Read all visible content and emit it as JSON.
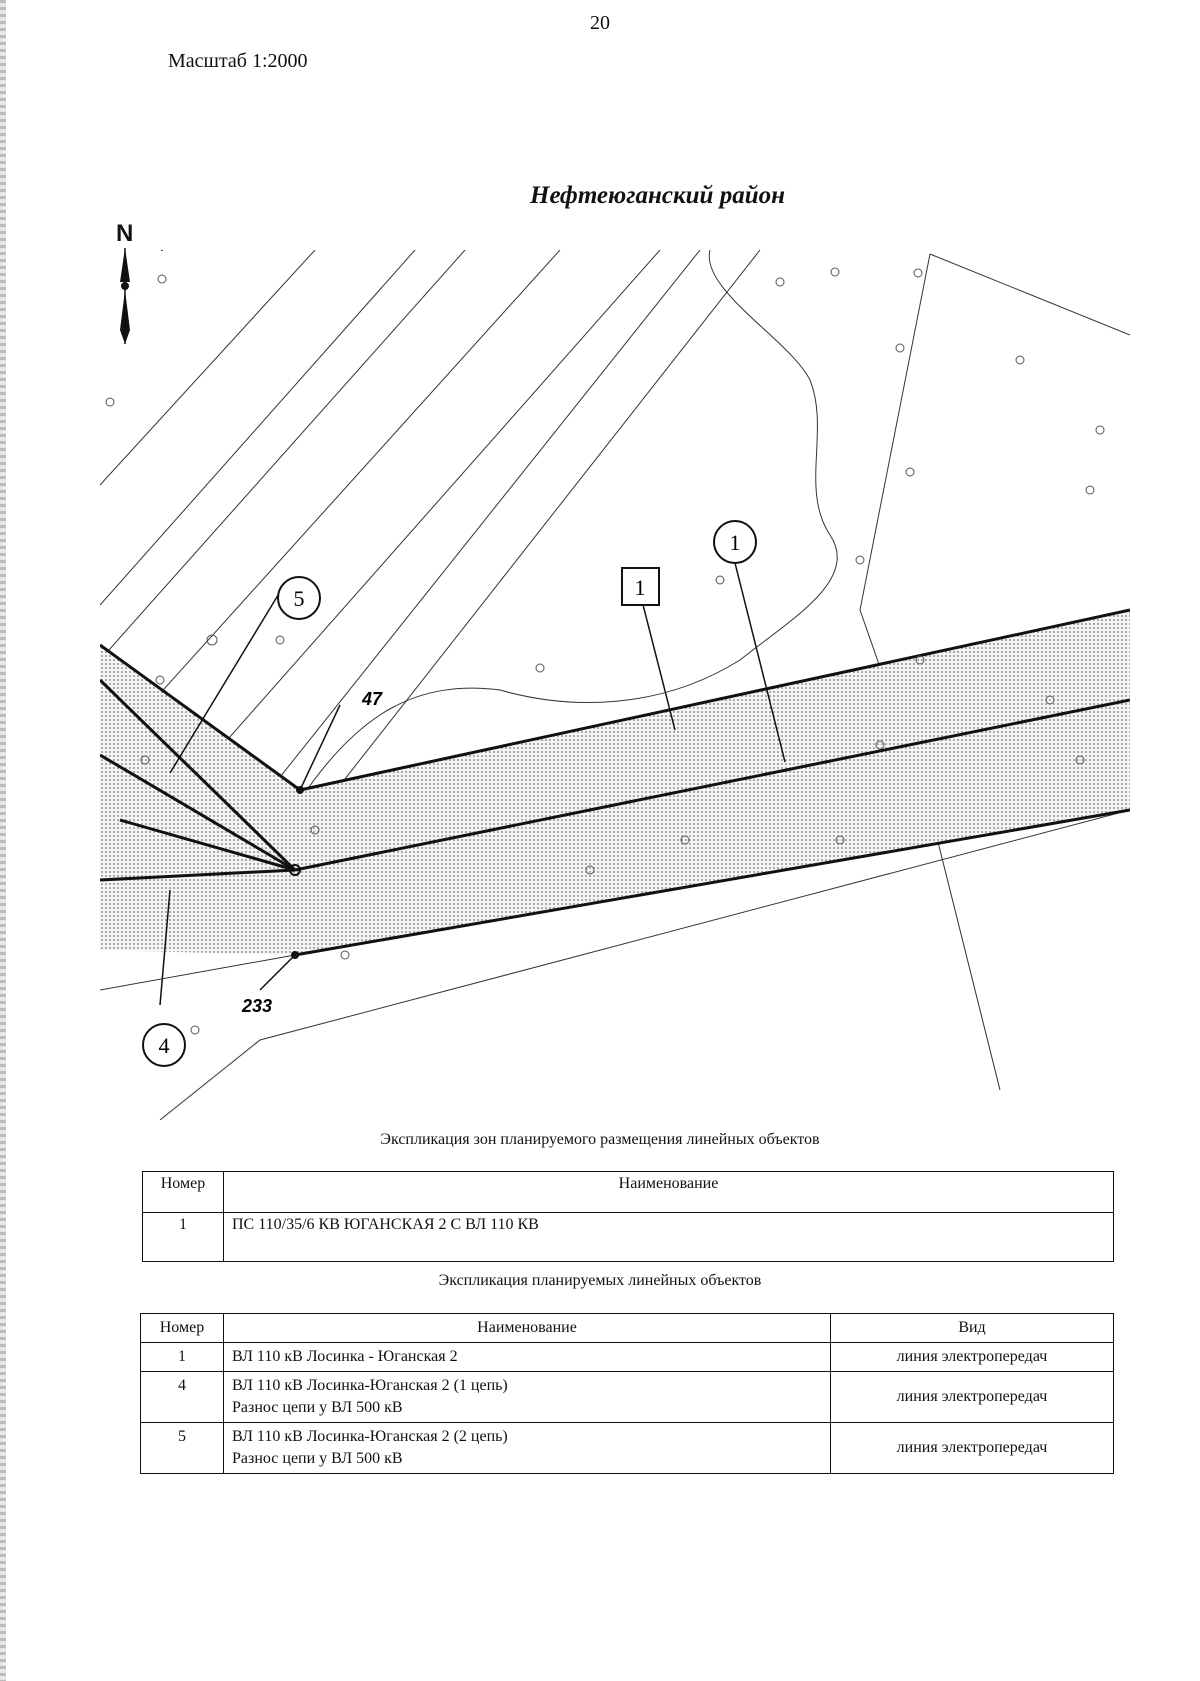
{
  "page_number": "20",
  "scale": "Масштаб 1:2000",
  "district": "Нефтеюганский район",
  "north_label": "N",
  "map_labels": {
    "circle_1": "1",
    "circle_4": "4",
    "circle_5": "5",
    "square_1": "1",
    "point_47": "47",
    "point_233": "233"
  },
  "zones_caption": "Экспликация зон планируемого размещения линейных объектов",
  "zones_table": {
    "headers": [
      "Номер",
      "Наименование"
    ],
    "rows": [
      [
        "1",
        "ПС 110/35/6 КВ ЮГАНСКАЯ 2 С ВЛ 110 КВ"
      ]
    ]
  },
  "lines_caption": "Экспликация планируемых линейных объектов",
  "lines_table": {
    "headers": [
      "Номер",
      "Наименование",
      "Вид"
    ],
    "rows": [
      [
        "1",
        "ВЛ 110 кВ Лосинка - Юганская 2",
        "",
        "линия электропередач"
      ],
      [
        "4",
        "ВЛ 110 кВ Лосинка-Юганская 2 (1 цепь)",
        "Разнос цепи у ВЛ 500 кВ",
        "линия электропередач"
      ],
      [
        "5",
        "ВЛ 110 кВ Лосинка-Юганская 2 (2 цепь)",
        "Разнос цепи у ВЛ 500 кВ",
        "линия электропередач"
      ]
    ]
  }
}
